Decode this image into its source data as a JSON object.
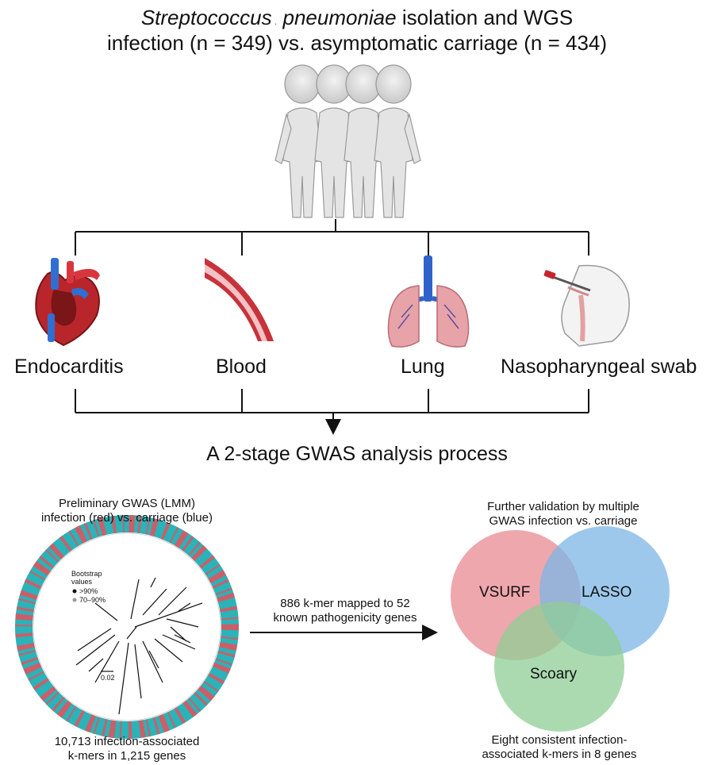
{
  "header": {
    "title_italic": "Streptococcus",
    "title_italic_sep": " .",
    "title_italic2": "pneumoniae",
    "title_rest": " isolation and WGS",
    "subtitle": "infection (n = 349) vs. asymptomatic carriage (n = 434)"
  },
  "sites": [
    {
      "label": "Endocarditis",
      "icon": "heart-icon"
    },
    {
      "label": "Blood",
      "icon": "blood-vessel-icon"
    },
    {
      "label": "Lung",
      "icon": "lungs-icon"
    },
    {
      "label": "Nasopharyngeal swab",
      "icon": "swab-icon"
    }
  ],
  "process_title": "A 2-stage GWAS analysis process",
  "stage1": {
    "title_line1": "Preliminary GWAS (LMM)",
    "title_line2": "infection (red) vs. carriage (blue)",
    "legend_title_line1": "Bootstrap",
    "legend_title_line2": "values",
    "legend_items": [
      ">90%",
      "70–90%"
    ],
    "scale_label": "0.02",
    "result_line1": "10,713 infection-associated",
    "result_line2": "k-mers in 1,215 genes"
  },
  "arrow_label": {
    "line1": "886 k-mer mapped to 52",
    "line2": "known pathogenicity genes"
  },
  "stage2": {
    "title_line1": "Further validation by multiple",
    "title_line2": "GWAS infection vs. carriage",
    "venn": [
      "VSURF",
      "LASSO",
      "Scoary"
    ],
    "result_line1": "Eight consistent infection-",
    "result_line2": "associated k-mers in 8 genes"
  },
  "colors": {
    "infection": "#e8505b",
    "carriage": "#2ab3b8",
    "venn_red": "#e88a92",
    "venn_blue": "#7cb5e6",
    "venn_green": "#8fce95"
  }
}
